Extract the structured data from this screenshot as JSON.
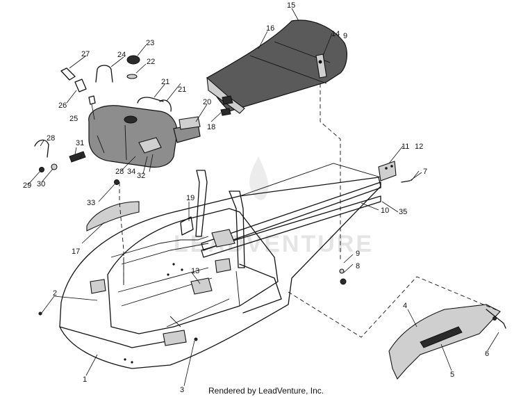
{
  "watermark": {
    "text": "LEADVENTURE"
  },
  "footer": {
    "credit": "Rendered by LeadVenture, Inc."
  },
  "callouts": [
    "1",
    "2",
    "3",
    "4",
    "5",
    "6",
    "7",
    "8",
    "9",
    "9",
    "10",
    "11",
    "12",
    "13",
    "14",
    "15",
    "16",
    "17",
    "18",
    "19",
    "20",
    "21",
    "21",
    "22",
    "23",
    "24",
    "25",
    "26",
    "27",
    "28",
    "28",
    "29",
    "30",
    "31",
    "32",
    "33",
    "34",
    "35"
  ]
}
